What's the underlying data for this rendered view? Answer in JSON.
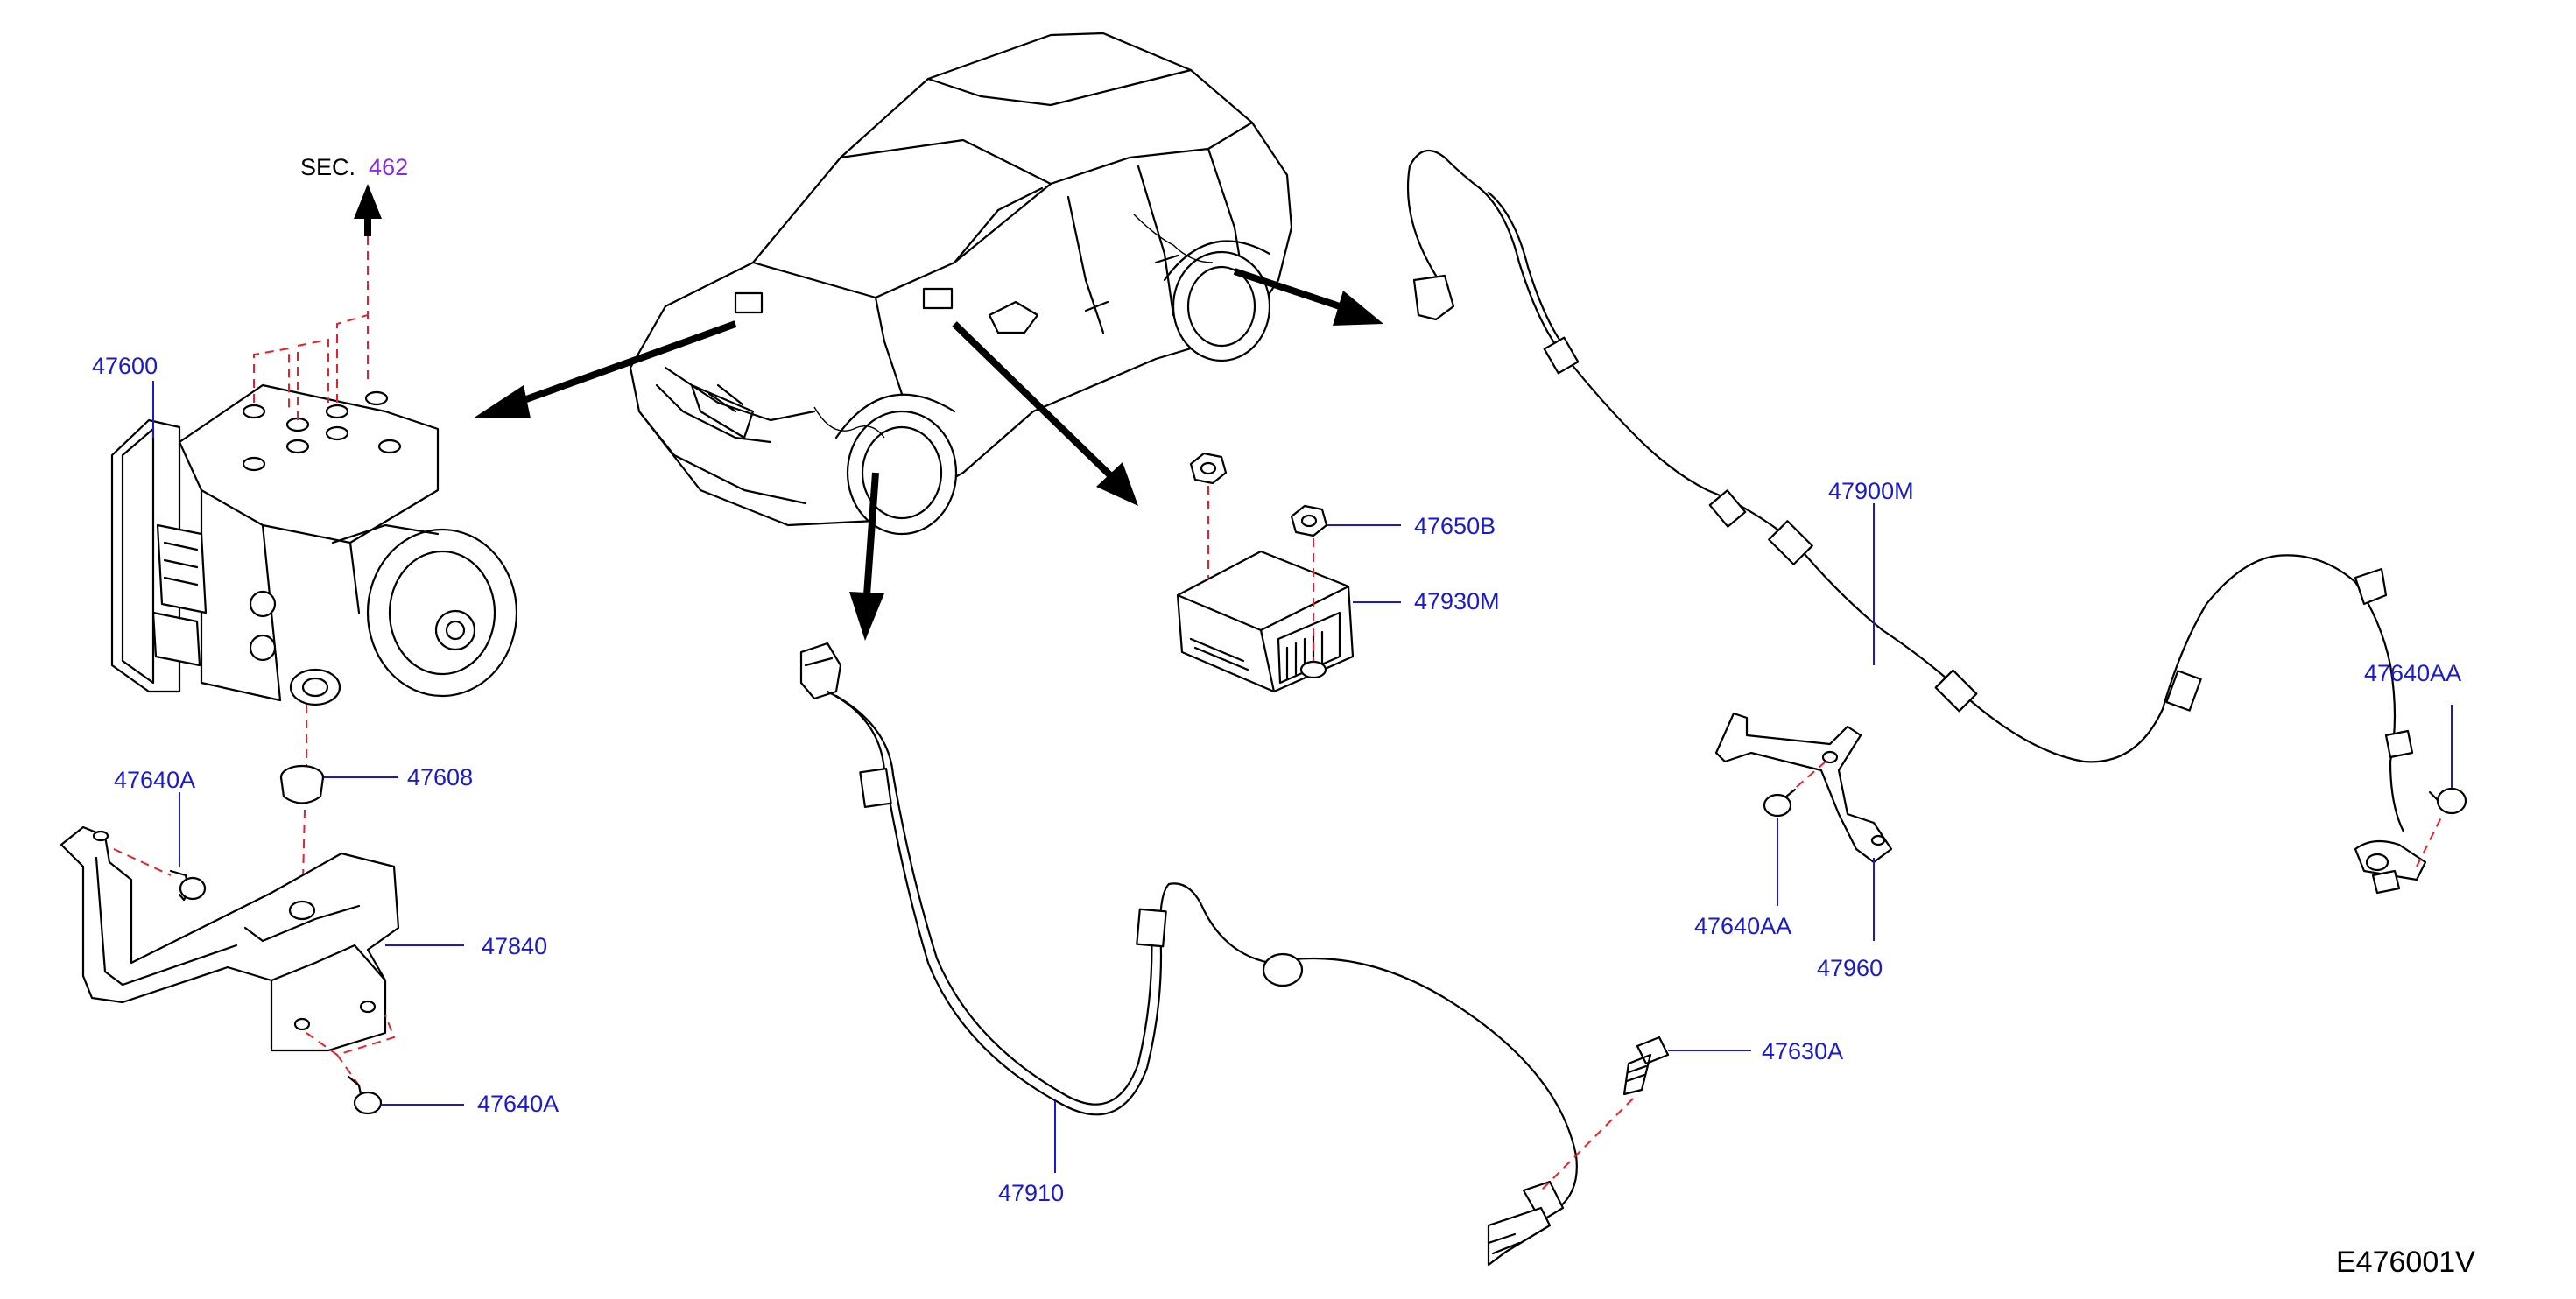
{
  "section_ref": {
    "prefix": "SEC.",
    "number": "462"
  },
  "callouts": {
    "p47600": "47600",
    "p47608": "47608",
    "p47640A_top": "47640A",
    "p47840": "47840",
    "p47640A_bottom": "47640A",
    "p47650B": "47650B",
    "p47930M": "47930M",
    "p47910": "47910",
    "p47630A": "47630A",
    "p47900M": "47900M",
    "p47640AA_right": "47640AA",
    "p47640AA_mid": "47640AA",
    "p47960": "47960"
  },
  "diagram_id": "E476001V",
  "colors": {
    "callout": "#1a1acc",
    "section_number": "#8a2be2",
    "reference_line": "#e8202a",
    "line_art": "#000000"
  }
}
